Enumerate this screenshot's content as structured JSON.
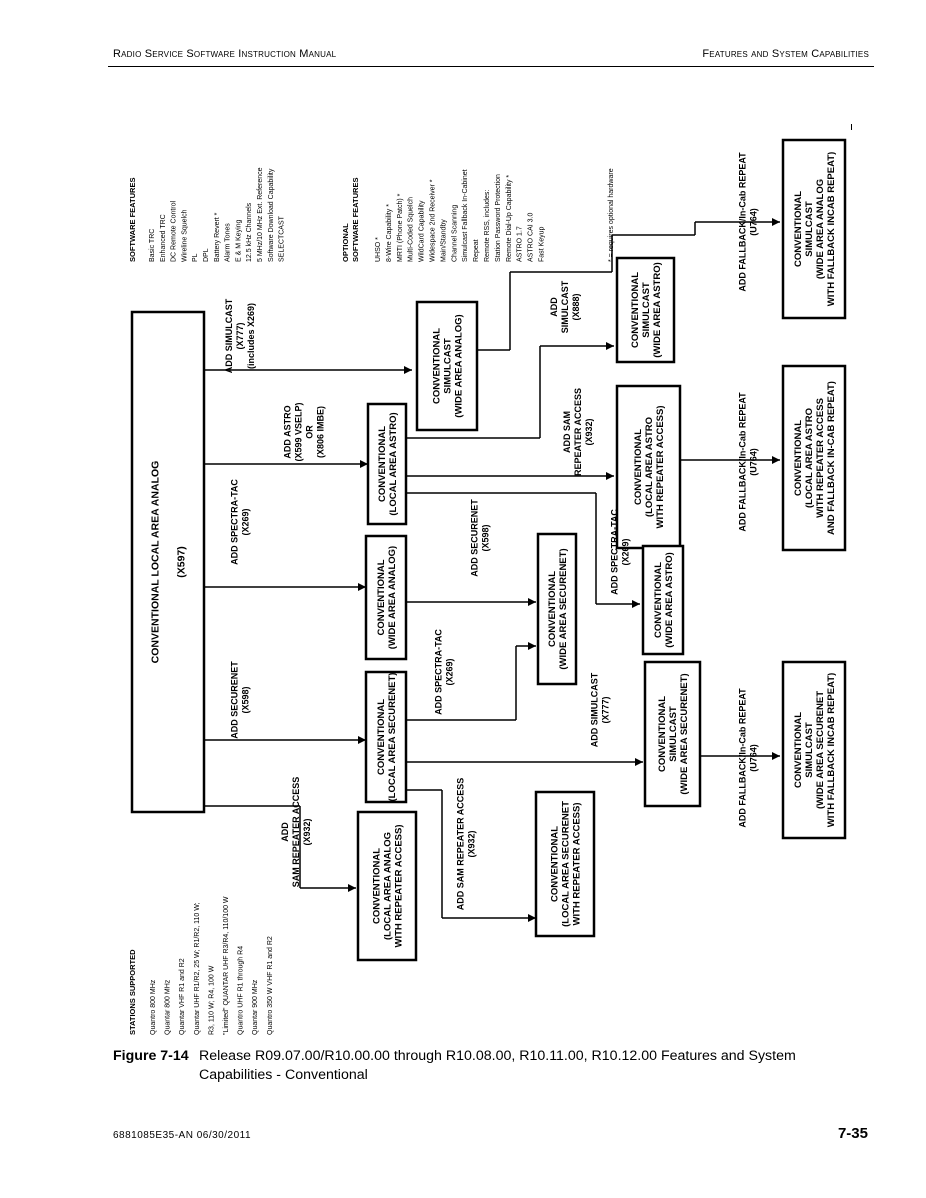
{
  "header": {
    "left": "Radio Service Software Instruction Manual",
    "right": "Features and System Capabilities"
  },
  "boxes": {
    "main": {
      "title": "CONVENTIONAL LOCAL AREA ANALOG",
      "sub": "(X597)"
    },
    "wa_simulcast": [
      "CONVENTIONAL",
      "SIMULCAST",
      "(WIDE AREA ANALOG)"
    ],
    "la_astro": [
      "CONVENTIONAL",
      "(LOCAL AREA ASTRO)"
    ],
    "wa_analog": [
      "CONVENTIONAL",
      "(WIDE AREA ANALOG)"
    ],
    "la_securenet": [
      "CONVENTIONAL",
      "(LOCAL AREA SECURENET)"
    ],
    "la_analog_rpt": [
      "CONVENTIONAL",
      "(LOCAL AREA ANALOG",
      "WITH REPEATER ACCESS)"
    ],
    "wa_securenet": [
      "CONVENTIONAL",
      "(WIDE AREA SECURENET)"
    ],
    "la_securenet_rpt": [
      "CONVENTIONAL",
      "(LOCAL AREA SECURENET",
      "WITH REPEATER ACCESS)"
    ],
    "sim_astro": [
      "CONVENTIONAL",
      "SIMULCAST",
      "(WIDE AREA ASTRO)"
    ],
    "la_astro_rpt": [
      "CONVENTIONAL",
      "(LOCAL AREA ASTRO",
      "WITH REPEATER ACCESS)"
    ],
    "wa_astro": [
      "CONVENTIONAL",
      "(WIDE AREA ASTRO)"
    ],
    "sim_securenet": [
      "CONVENTIONAL",
      "SIMULCAST",
      "(WIDE AREA SECURENET)"
    ],
    "fb_analog": [
      "CONVENTIONAL",
      "SIMULCAST",
      "(WIDE AREA ANALOG",
      "WITH FALLBACK INCAB REPEAT)"
    ],
    "fb_astro": [
      "CONVENTIONAL",
      "(LOCAL AREA ASTRO",
      "WITH REPEATER ACCESS",
      "AND FALLBACK IN-CAB REPEAT)"
    ],
    "fb_securenet": [
      "CONVENTIONAL",
      "SIMULCAST",
      "(WIDE AREA SECURENET",
      "WITH FALLBACK INCAB REPEAT)"
    ]
  },
  "labels": {
    "add_simulcast_x777": [
      "ADD SIMULCAST",
      "(X777)",
      "(includes X269)"
    ],
    "add_astro": [
      "ADD ASTRO",
      "(X599 VSELP)",
      "OR",
      "(X806 IMBE)"
    ],
    "add_spectra_tac_1": [
      "ADD SPECTRA-TAC",
      "(X269)"
    ],
    "add_securenet_1": [
      "ADD SECURENET",
      "(X598)"
    ],
    "add_sam_1": [
      "ADD",
      "SAM REPEATER ACCESS",
      "(X932)"
    ],
    "add_securenet_2": [
      "ADD SECURENET",
      "(X598)"
    ],
    "add_spectra_tac_2": [
      "ADD SPECTRA-TAC",
      "(X269)"
    ],
    "add_sam_2": [
      "ADD SAM REPEATER ACCESS",
      "(X932)"
    ],
    "add_simulcast_x888": [
      "ADD",
      "SIMULCAST",
      "(X888)"
    ],
    "add_sam_3": [
      "ADD SAM",
      "REPEATER ACCESS",
      "(X932)"
    ],
    "add_spectra_tac_3": [
      "ADD SPECTRA-TAC",
      "(X269)"
    ],
    "add_simulcast_2": [
      "ADD SIMULCAST",
      "(X777)"
    ],
    "add_fallback_1": [
      "ADD FALLBACK/In-Cab REPEAT",
      "(U764)"
    ],
    "add_fallback_2": [
      "ADD FALLBACK/In-Cab REPEAT",
      "(U764)"
    ],
    "add_fallback_3": [
      "ADD FALLBACK/In-Cab REPEAT",
      "(U764)"
    ]
  },
  "software_features": {
    "title": "SOFTWARE FEATURES",
    "items": [
      "Basic TRC",
      "Enhanced TRC",
      "DC Remote Control",
      "Wireline Squelch",
      "PL",
      "DPL",
      "Battery Revert *",
      "Alarm Tones",
      "E & M Keying",
      "12.5 kHz Channels",
      "5 MHz/10 MHz Ext. Reference",
      "Software Download Capability",
      "SELECTCAST"
    ],
    "optional_title": [
      "OPTIONAL",
      "SOFTWARE FEATURES"
    ],
    "optional_items": [
      "UHSO *",
      "8-Wire Capability *",
      "MRTI (Phone Patch) *",
      "Multi-Coded Squelch",
      "WildCard Capability",
      "Widespace 2nd Receiver *",
      "Main/Standby",
      "Channel Scanning",
      "Simulcast Fallback In-Cabinet",
      "   Repeat",
      "Remote RSS, includes:",
      "   Station Password Protection",
      "   Remote Dial-Up Capability *",
      "ASTRO 1.7",
      "ASTRO CAI 3.0",
      "Fast Keyup"
    ],
    "footnote": "* = requires optional hardware"
  },
  "stations": {
    "title": "STATIONS SUPPORTED",
    "items": [
      "Quantro  800 MHz",
      "Quantar  800 MHz",
      "Quantar  VHF R1 and R2",
      "Quantar  UHF R1/R2, 25 W; R1/R2, 110 W;",
      "   R3, 110 W; R4, 100 W",
      "\"Limited\" QUANTAR UHF R3/R4, 110/100 W",
      "Quantro UHF R1 through R4",
      "Quantar  900 MHz",
      "Quantro  350 W VHF R1 and R2"
    ]
  },
  "caption": {
    "number": "Figure 7-14",
    "line1": "Release R09.07.00/R10.00.00 through R10.08.00, R10.11.00, R10.12.00 Features and System",
    "line2": "Capabilities - Conventional"
  },
  "footer": {
    "doc": "6881085E35-AN   06/30/2011",
    "page": "7-35"
  }
}
